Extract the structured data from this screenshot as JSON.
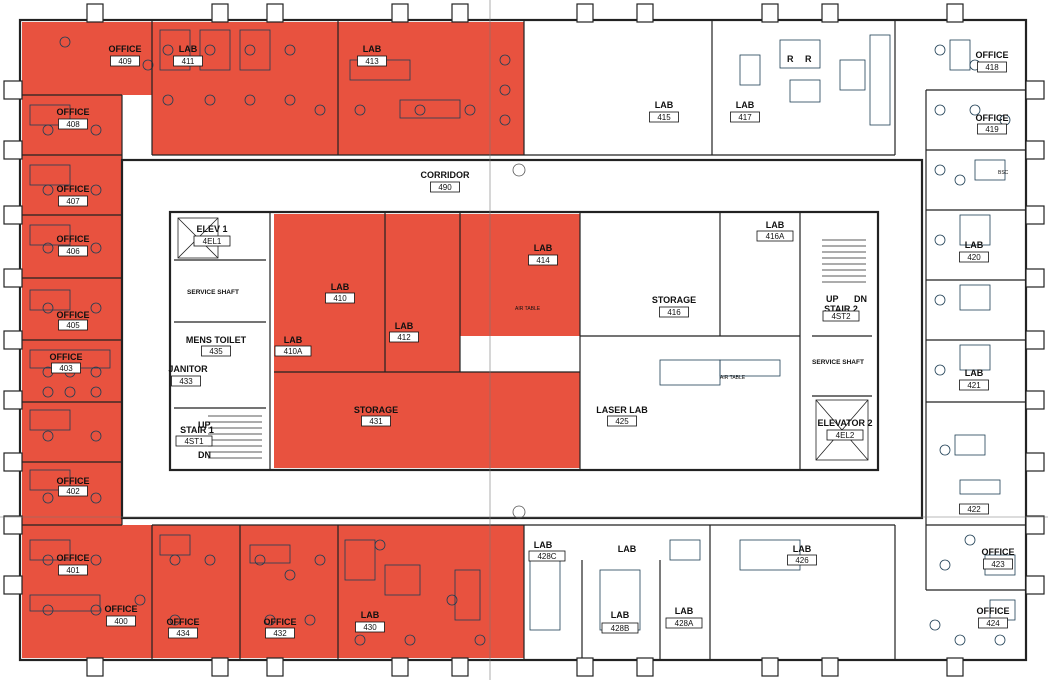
{
  "colors": {
    "highlight": "#E8523F",
    "blueprint_line": "#1F3F55",
    "wall": "#222222",
    "background": "#FFFFFF"
  },
  "rooms": [
    {
      "id": "409",
      "name": "OFFICE",
      "number": "409",
      "highlighted": true
    },
    {
      "id": "411",
      "name": "LAB",
      "number": "411",
      "highlighted": true
    },
    {
      "id": "413",
      "name": "LAB",
      "number": "413",
      "highlighted": true
    },
    {
      "id": "415",
      "name": "LAB",
      "number": "415",
      "highlighted": false
    },
    {
      "id": "417",
      "name": "LAB",
      "number": "417",
      "highlighted": false
    },
    {
      "id": "418",
      "name": "OFFICE",
      "number": "418",
      "highlighted": false
    },
    {
      "id": "419",
      "name": "OFFICE",
      "number": "419",
      "highlighted": false
    },
    {
      "id": "408",
      "name": "OFFICE",
      "number": "408",
      "highlighted": true
    },
    {
      "id": "407",
      "name": "OFFICE",
      "number": "407",
      "highlighted": true
    },
    {
      "id": "406",
      "name": "OFFICE",
      "number": "406",
      "highlighted": true
    },
    {
      "id": "405",
      "name": "OFFICE",
      "number": "405",
      "highlighted": true
    },
    {
      "id": "403",
      "name": "OFFICE",
      "number": "403",
      "highlighted": true
    },
    {
      "id": "402",
      "name": "OFFICE",
      "number": "402",
      "highlighted": true
    },
    {
      "id": "401",
      "name": "OFFICE",
      "number": "401",
      "highlighted": true
    },
    {
      "id": "400",
      "name": "OFFICE",
      "number": "400",
      "highlighted": true
    },
    {
      "id": "434",
      "name": "OFFICE",
      "number": "434",
      "highlighted": true
    },
    {
      "id": "432",
      "name": "OFFICE",
      "number": "432",
      "highlighted": true
    },
    {
      "id": "430",
      "name": "LAB",
      "number": "430",
      "highlighted": true
    },
    {
      "id": "410",
      "name": "LAB",
      "number": "410",
      "highlighted": true
    },
    {
      "id": "410A",
      "name": "LAB",
      "number": "410A",
      "highlighted": true
    },
    {
      "id": "412",
      "name": "LAB",
      "number": "412",
      "highlighted": true
    },
    {
      "id": "414",
      "name": "LAB",
      "number": "414",
      "highlighted": true
    },
    {
      "id": "431",
      "name": "STORAGE",
      "number": "431",
      "highlighted": true
    },
    {
      "id": "416",
      "name": "STORAGE",
      "number": "416",
      "highlighted": false
    },
    {
      "id": "416A",
      "name": "LAB",
      "number": "416A",
      "highlighted": false
    },
    {
      "id": "425",
      "name": "LASER LAB",
      "number": "425",
      "highlighted": false
    },
    {
      "id": "420",
      "name": "LAB",
      "number": "420",
      "highlighted": false
    },
    {
      "id": "421",
      "name": "LAB",
      "number": "421",
      "highlighted": false
    },
    {
      "id": "422",
      "name": "",
      "number": "422",
      "highlighted": false
    },
    {
      "id": "423",
      "name": "OFFICE",
      "number": "423",
      "highlighted": false
    },
    {
      "id": "424",
      "name": "OFFICE",
      "number": "424",
      "highlighted": false
    },
    {
      "id": "426",
      "name": "LAB",
      "number": "426",
      "highlighted": false
    },
    {
      "id": "428A",
      "name": "LAB",
      "number": "428A",
      "highlighted": false
    },
    {
      "id": "428B",
      "name": "LAB",
      "number": "428B",
      "highlighted": false
    },
    {
      "id": "428C",
      "name": "LAB",
      "number": "428C",
      "highlighted": false
    },
    {
      "id": "429",
      "name": "LAB",
      "number": "",
      "highlighted": false
    },
    {
      "id": "490",
      "name": "CORRIDOR",
      "number": "490",
      "highlighted": false
    },
    {
      "id": "435",
      "name": "MENS TOILET",
      "number": "435",
      "highlighted": false
    },
    {
      "id": "433",
      "name": "JANITOR",
      "number": "433",
      "highlighted": false
    },
    {
      "id": "4EL1",
      "name": "ELEV 1",
      "number": "4EL1",
      "highlighted": false
    },
    {
      "id": "4EL2",
      "name": "ELEVATOR 2",
      "number": "4EL2",
      "highlighted": false
    },
    {
      "id": "4ST1",
      "name": "STAIR 1",
      "number": "4ST1",
      "highlighted": false
    },
    {
      "id": "4ST2",
      "name": "STAIR 2",
      "number": "4ST2",
      "highlighted": false
    },
    {
      "id": "shaft1",
      "name": "SERVICE SHAFT",
      "number": "",
      "highlighted": false
    },
    {
      "id": "shaft2",
      "name": "SERVICE SHAFT",
      "number": "",
      "highlighted": false
    }
  ],
  "annotations": {
    "air_table_1": "AIR TABLE",
    "air_table_2": "AIR TABLE",
    "bsc": "BSC",
    "stair1_up": "UP",
    "stair1_dn": "DN",
    "stair2_up": "UP",
    "stair2_dn": "DN",
    "fume_r1": "R",
    "fume_r2": "R"
  }
}
